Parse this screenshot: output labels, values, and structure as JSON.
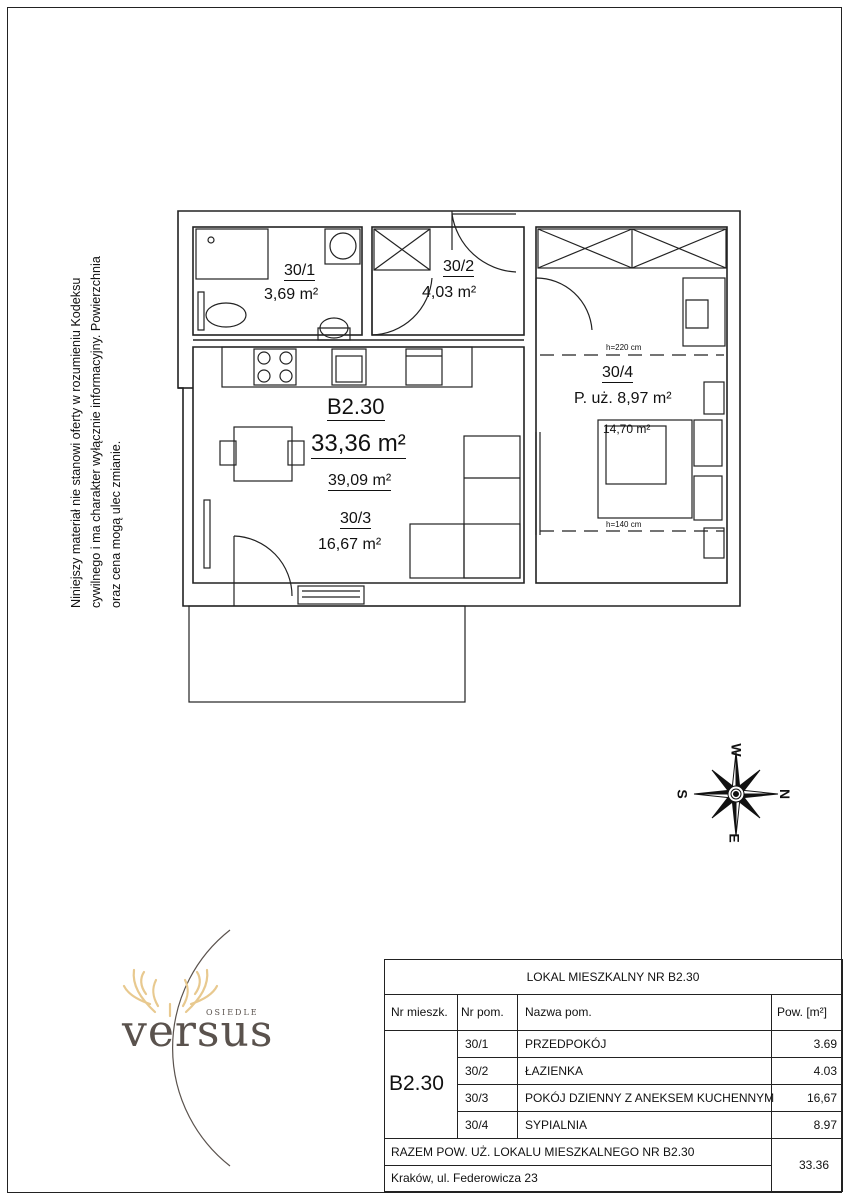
{
  "disclaimer": {
    "line1": "Niniejszy materiał nie stanowi oferty w rozumieniu Kodeksu",
    "line2": "cywilnego i ma charakter wyłącznie informacyjny. Powierzchnia",
    "line3": "oraz cena mogą ulec zmianie."
  },
  "plan": {
    "unit_code": "B2.30",
    "unit_area": "33,36 m²",
    "unit_gross_area": "39,09 m²",
    "rooms": [
      {
        "id": "30/2",
        "area": "4,03 m²"
      },
      {
        "id": "30/1",
        "area": "3,69 m²"
      },
      {
        "id": "30/3",
        "area": "16,67 m²"
      },
      {
        "id": "30/4",
        "area": "P. uż. 8,97 m²",
        "floor_area": "14,70 m²"
      }
    ],
    "height_top": "h=220 cm",
    "height_bottom": "h=140 cm"
  },
  "compass": {
    "n": "N",
    "s": "S",
    "e": "E",
    "w": "W"
  },
  "logo": {
    "small": "OSIEDLE",
    "main": "versus",
    "accent_color": "#e8c98f",
    "text_color": "#5a524d"
  },
  "table": {
    "title": "LOKAL MIESZKALNY NR B2.30",
    "headers": {
      "unit": "Nr mieszk.",
      "room_no": "Nr pom.",
      "room_name": "Nazwa pom.",
      "area": "Pow. [m²]"
    },
    "unit": "B2.30",
    "rows": [
      {
        "no": "30/1",
        "name": "PRZEDPOKÓJ",
        "area": "3.69"
      },
      {
        "no": "30/2",
        "name": "ŁAZIENKA",
        "area": "4.03"
      },
      {
        "no": "30/3",
        "name": "POKÓJ DZIENNY Z ANEKSEM KUCHENNYM",
        "area": "16,67"
      },
      {
        "no": "30/4",
        "name": "SYPIALNIA",
        "area": "8.97"
      }
    ],
    "total_label": "RAZEM POW. UŻ. LOKALU MIESZKALNEGO NR B2.30",
    "address": "Kraków, ul. Federowicza 23",
    "total": "33.36"
  }
}
